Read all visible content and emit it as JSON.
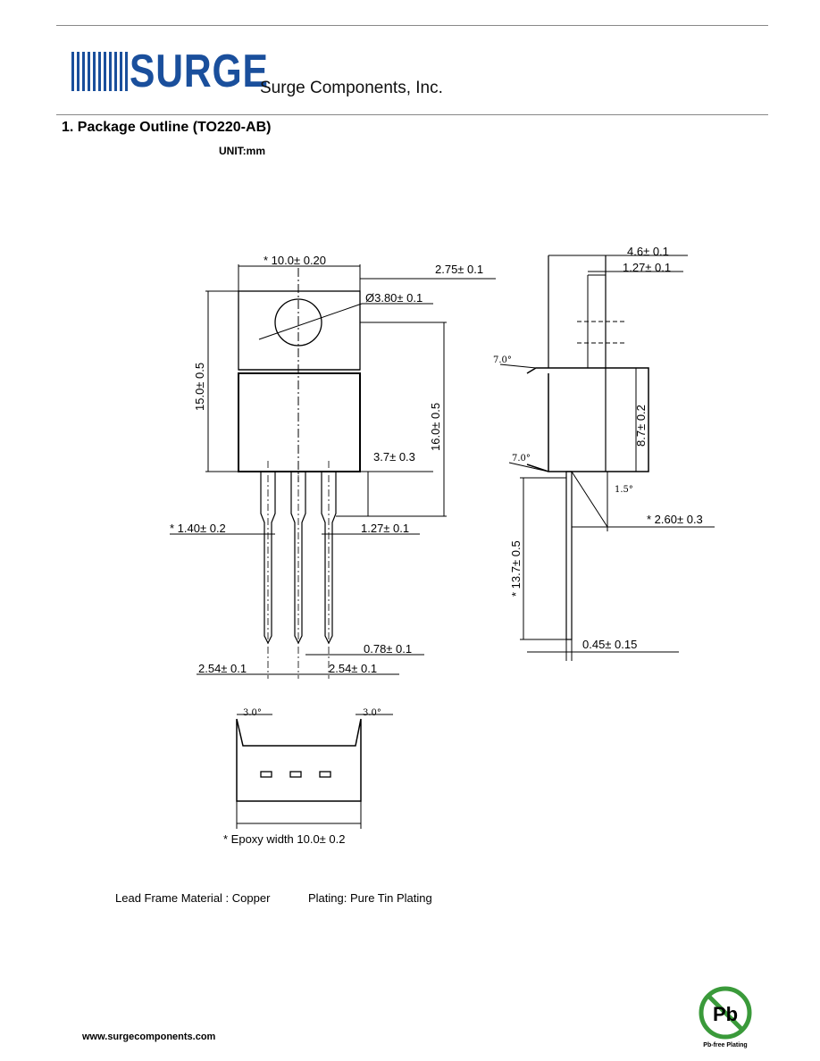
{
  "header": {
    "logo_text": "SURGE",
    "company": "Surge Components, Inc."
  },
  "section": {
    "title": "1.  Package Outline (TO220-AB)",
    "unit": "UNIT:mm"
  },
  "drawing": {
    "front": {
      "width": "* 10.0± 0.20",
      "tab_offset": "2.75± 0.1",
      "hole": "Ø3.80± 0.1",
      "body_height": "15.0± 0.5",
      "overall_height": "16.0± 0.5",
      "lead_shoulder": "3.7± 0.3",
      "lead_width_wide": "* 1.40± 0.2",
      "lead_width_narrow": "1.27± 0.1",
      "lead_thickness": "0.78± 0.1",
      "pitch_left": "2.54± 0.1",
      "pitch_right": "2.54± 0.1"
    },
    "side": {
      "thickness": "4.6± 0.1",
      "tab_thickness": "1.27± 0.1",
      "angle_top": "7.0°",
      "angle_bottom": "7.0°",
      "angle_lead": "1.5°",
      "body_height": "8.7± 0.2",
      "lead_offset": "* 2.60± 0.3",
      "lead_length": "* 13.7± 0.5",
      "lead_thk": "0.45± 0.15"
    },
    "bottom": {
      "angle_left": "3.0°",
      "angle_right": "3.0°",
      "epoxy": "* Epoxy width 10.0± 0.2"
    }
  },
  "notes": {
    "lead_frame": "Lead Frame Material : Copper",
    "plating": "Plating: Pure Tin Plating"
  },
  "footer": {
    "url": "www.surgecomponents.com",
    "pb_symbol": "Pb",
    "pb_caption": "Pb-free Plating"
  },
  "colors": {
    "logo_blue": "#1a4f9c",
    "pb_green": "#3a9a3a"
  }
}
